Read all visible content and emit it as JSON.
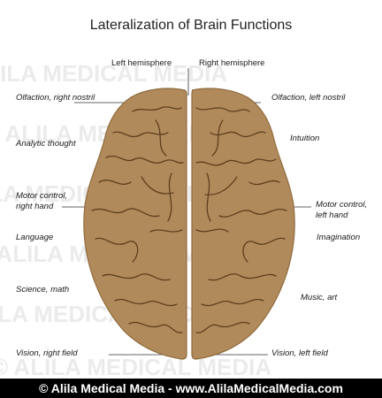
{
  "title": "Lateralization of Brain Functions",
  "hemispheres": {
    "left": "Left hemisphere",
    "right": "Right hemisphere"
  },
  "left_labels": {
    "olfaction": "Olfaction, right nostril",
    "analytic": "Analytic thought",
    "motor_line1": "Motor control,",
    "motor_line2": "right hand",
    "language": "Language",
    "science": "Science, math",
    "vision": "Vision, right field"
  },
  "right_labels": {
    "olfaction": "Olfaction, left nostril",
    "intuition": "Intuition",
    "motor_line1": "Motor control,",
    "motor_line2": "left hand",
    "imagination": "Imagination",
    "music": "Music, art",
    "vision": "Vision, left field"
  },
  "watermark": "© ALILA MEDICAL MEDIA",
  "footer": "© Alila Medical Media - www.AlilaMedicalMedia.com",
  "colors": {
    "brain_fill": "#b08a5a",
    "brain_dark": "#8f6a3d",
    "sulcus": "#5e3f1e",
    "footer_bg": "#000000"
  }
}
